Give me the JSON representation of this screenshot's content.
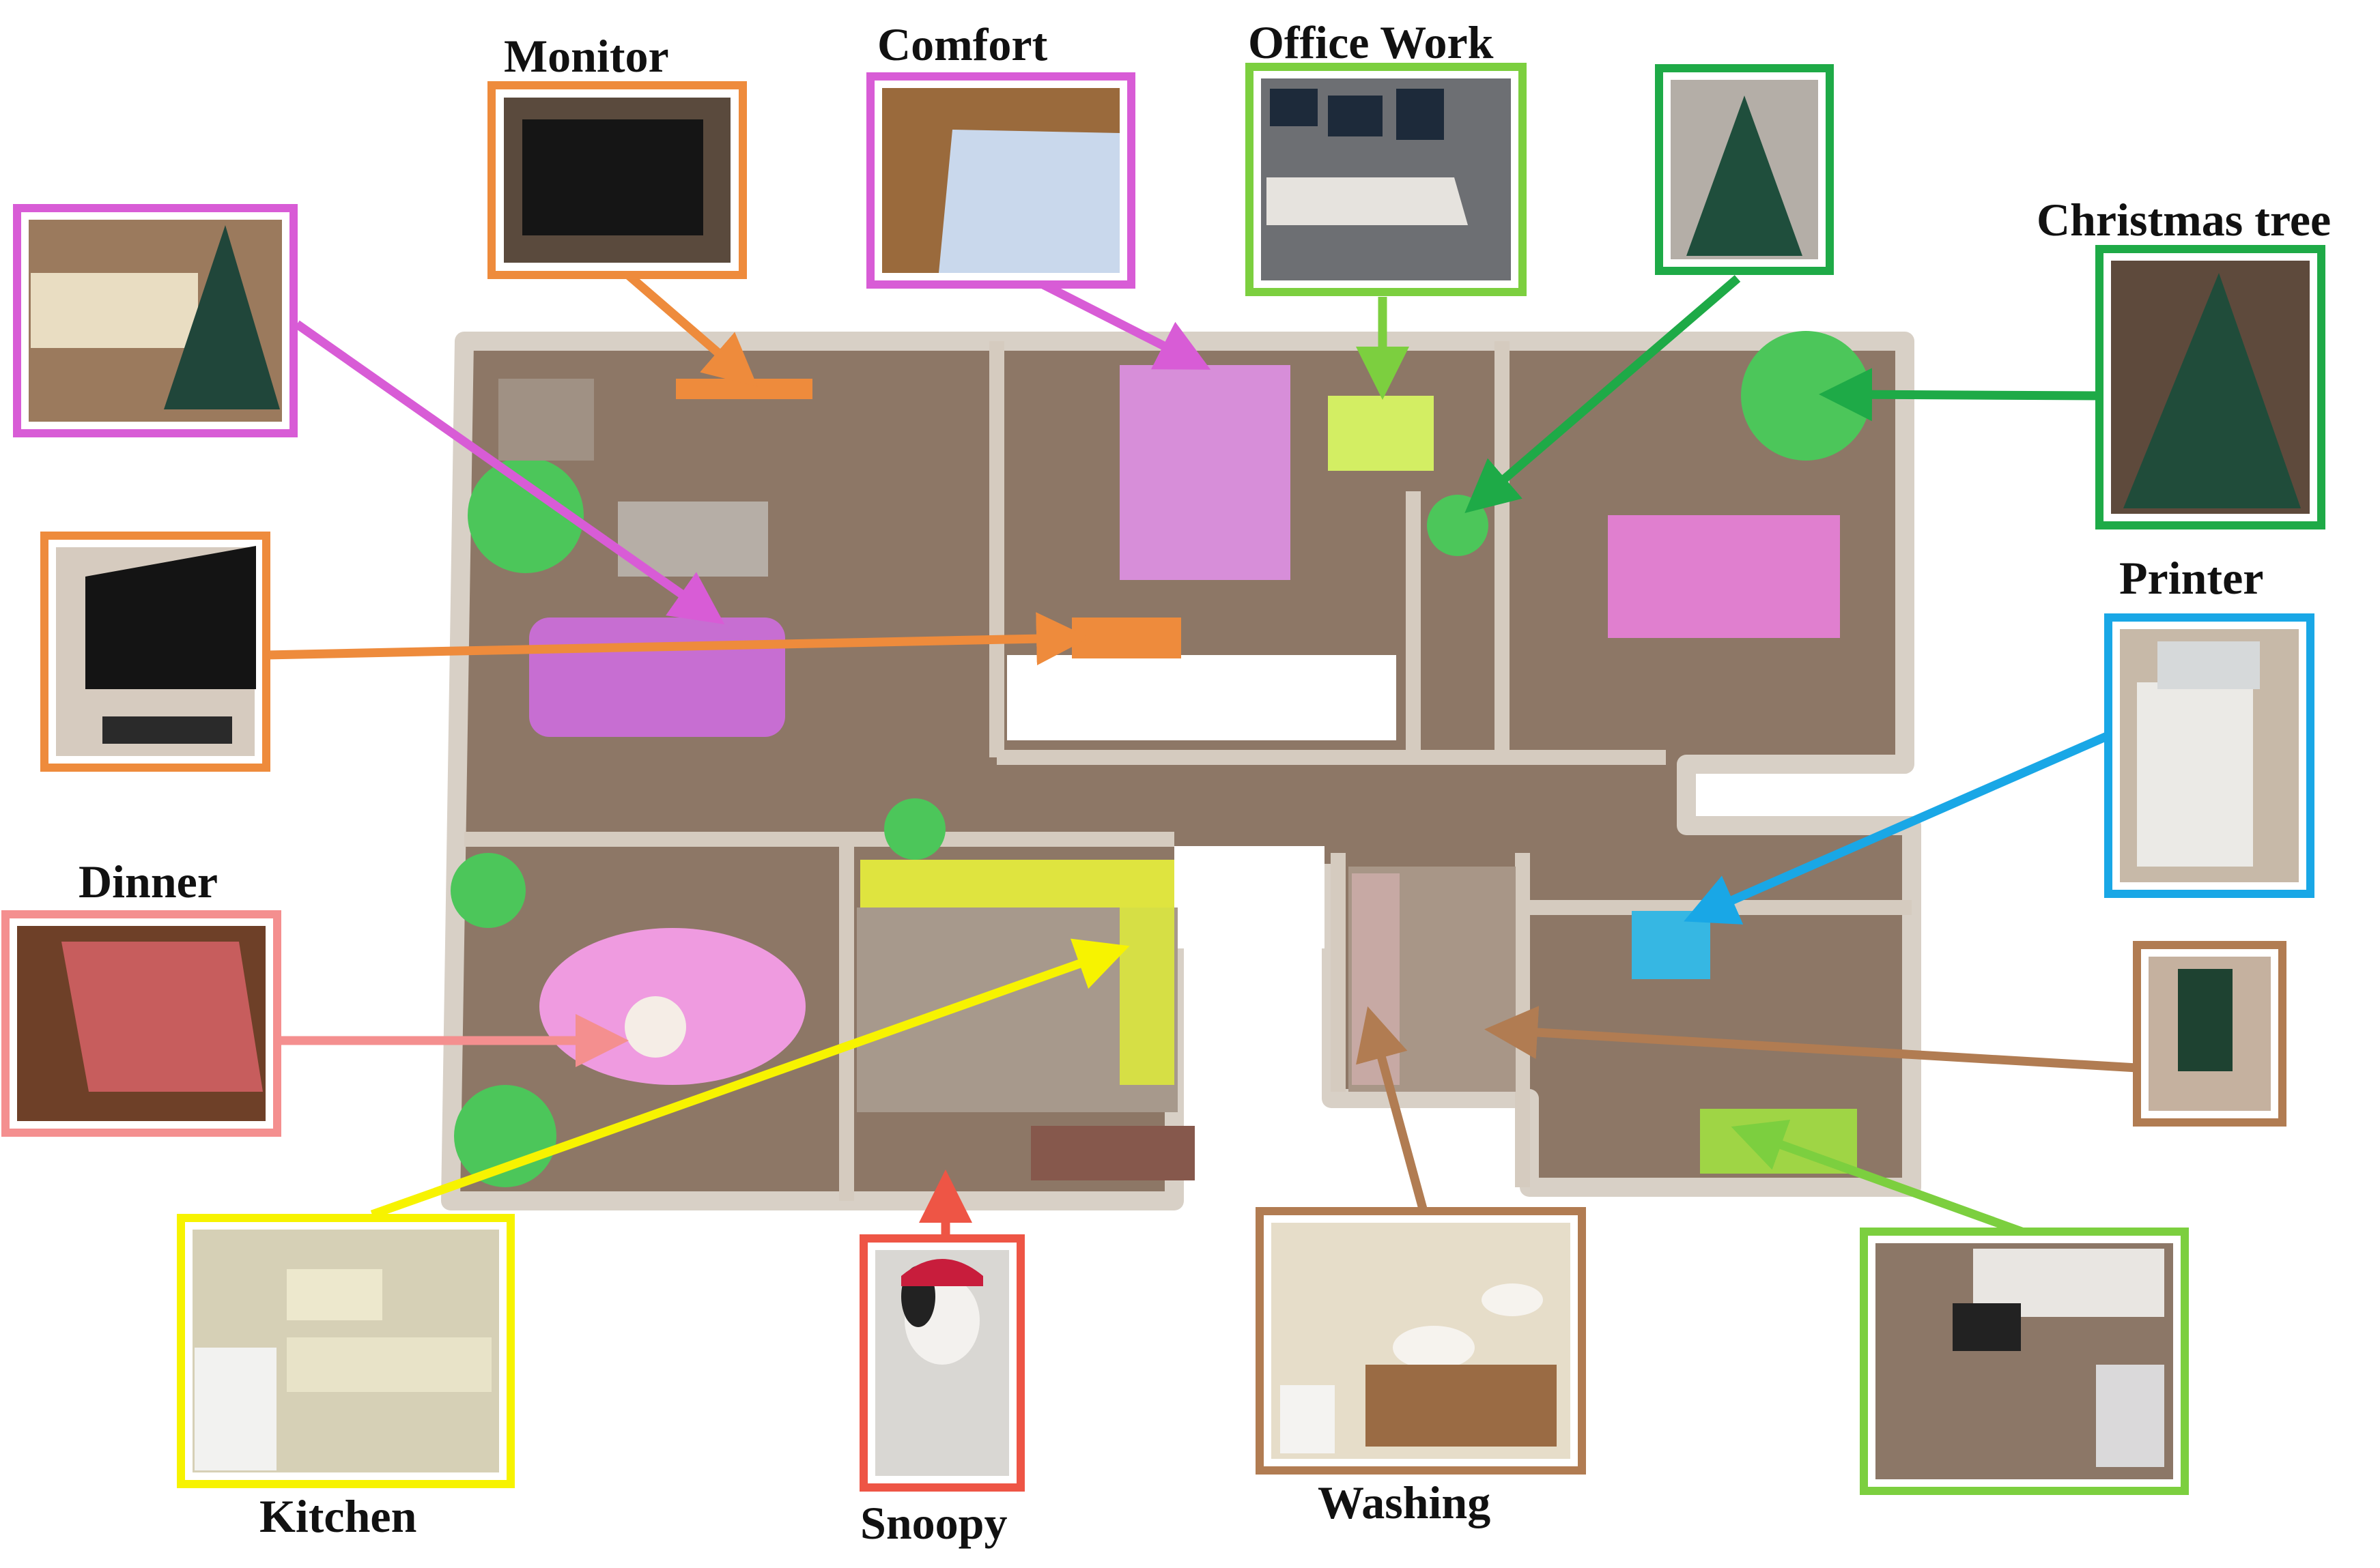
{
  "labels": {
    "monitor": "Monitor",
    "comfort": "Comfort",
    "office_work": "Office Work",
    "christmas_tree": "Christmas tree",
    "printer": "Printer",
    "dinner": "Dinner",
    "kitchen": "Kitchen",
    "snoopy": "Snoopy",
    "washing": "Washing"
  },
  "colors": {
    "orange": "#ee8b3c",
    "magenta": "#d85cd6",
    "light_green": "#7ccf3f",
    "green": "#1eaa47",
    "blue": "#19a7e6",
    "pink": "#f48f8f",
    "yellow": "#f7f300",
    "red": "#ee5545",
    "brown": "#b17c52",
    "floor": "#8d7766",
    "wall": "#d8d0c6"
  }
}
